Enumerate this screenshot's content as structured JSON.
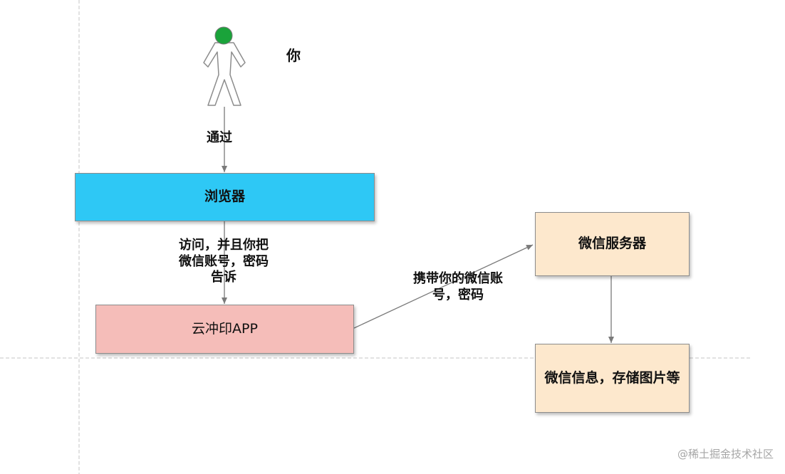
{
  "colors": {
    "browser": "#2ec8f5",
    "app": "#f5bdb9",
    "server": "#fde8cd",
    "arrow": "#7a7a7a",
    "person_head": "#1aa33a"
  },
  "person": {
    "label": "你",
    "icon": "person-icon"
  },
  "nodes": {
    "browser": "浏览器",
    "app": "云冲印APP",
    "wechat_server": "微信服务器",
    "wechat_info": "微信信息，存储图片等"
  },
  "edges": {
    "person_to_browser": "通过",
    "browser_to_app": "访问，并且你把微信账号，密码告诉",
    "app_to_server": "携带你的微信账号，密码"
  },
  "watermark": "@稀土掘金技术社区"
}
